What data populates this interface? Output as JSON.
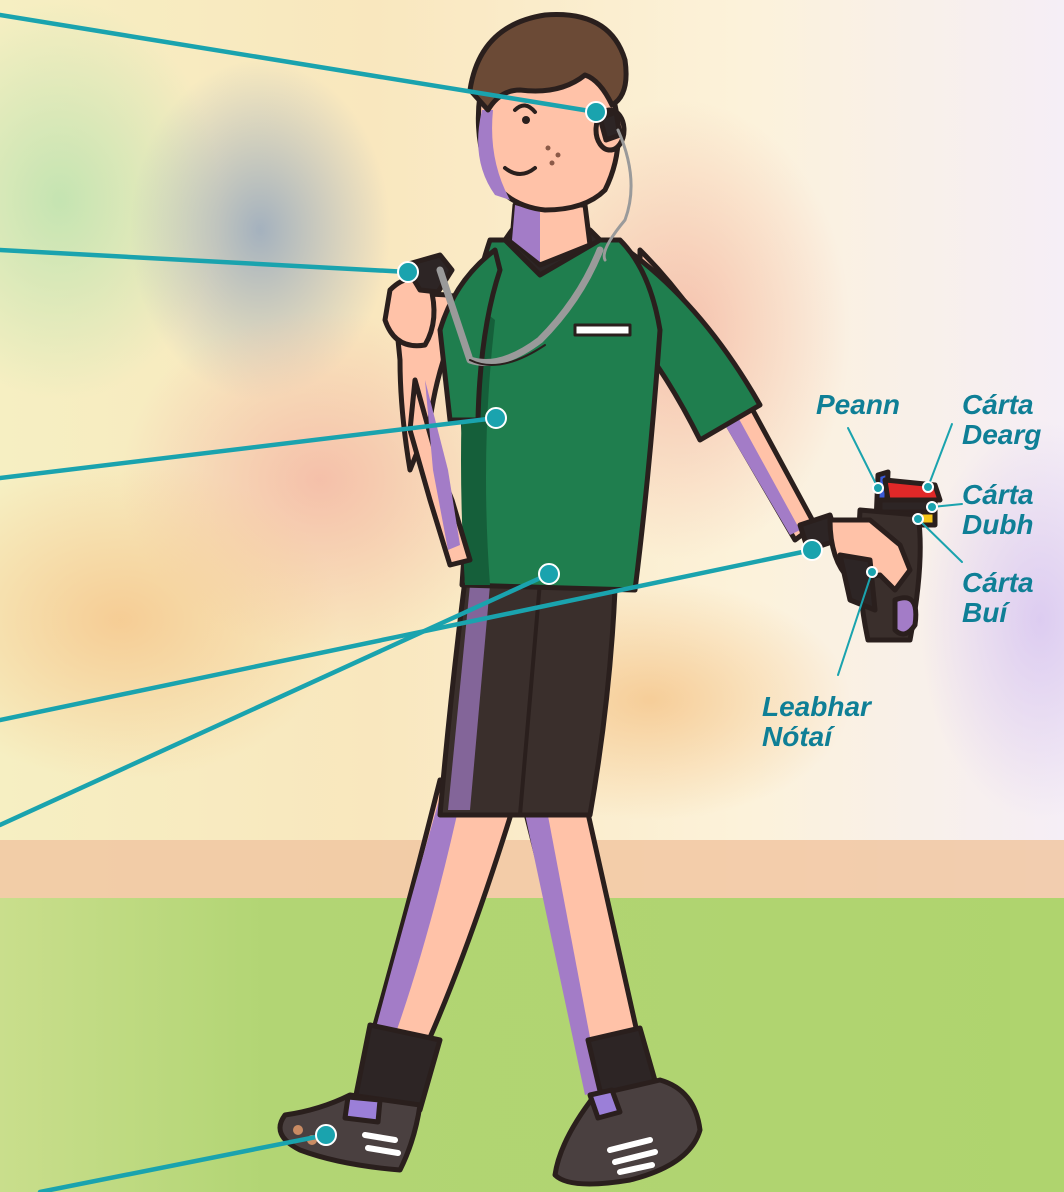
{
  "colors": {
    "accent": "#1AA3AE",
    "label_text": "#0F7F96",
    "grass": "#AFD46E",
    "shirt": "#1F7E4E",
    "shorts": "#3A2F2C",
    "skin": "#FFC2A8",
    "shadow": "#A37CC7",
    "outline": "#2A1F1D",
    "hair": "#6B4A36"
  },
  "labels": {
    "pen": {
      "line1": "Peann",
      "line2": ""
    },
    "red_card": {
      "line1": "Cárta",
      "line2": "Dearg"
    },
    "black_card": {
      "line1": "Cárta",
      "line2": "Dubh"
    },
    "yellow_card": {
      "line1": "Cárta",
      "line2": "Buí"
    },
    "notebook": {
      "line1": "Leabhar",
      "line2": "Nótaí"
    }
  },
  "callout_targets": [
    "earpiece",
    "whistle",
    "jersey",
    "wristband",
    "shorts",
    "boot"
  ]
}
